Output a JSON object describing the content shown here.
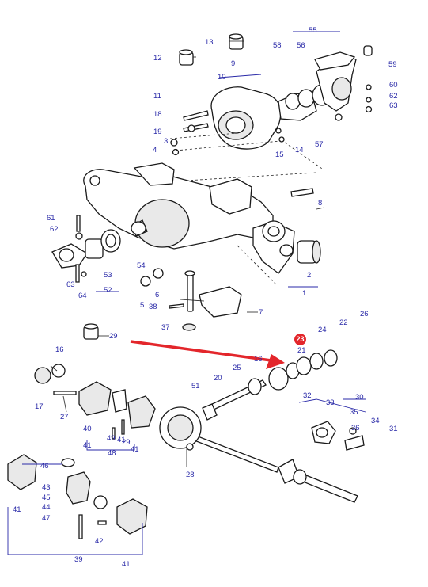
{
  "diagram": {
    "highlight": {
      "label": "23",
      "color": "#e3262b"
    },
    "label_color": "#2a2aa8",
    "callouts": [
      "1",
      "2",
      "3",
      "4",
      "5",
      "6",
      "7",
      "8",
      "9",
      "10",
      "11",
      "12",
      "13",
      "14",
      "15",
      "16",
      "17",
      "18",
      "19",
      "20",
      "21",
      "22",
      "24",
      "25",
      "26",
      "27",
      "28",
      "29",
      "30",
      "31",
      "32",
      "33",
      "34",
      "35",
      "36",
      "37",
      "38",
      "39",
      "40",
      "41",
      "42",
      "43",
      "44",
      "45",
      "46",
      "47",
      "48",
      "49",
      "51",
      "52",
      "53",
      "54",
      "55",
      "56",
      "57",
      "58",
      "59",
      "60",
      "61",
      "62",
      "63",
      "64"
    ]
  }
}
